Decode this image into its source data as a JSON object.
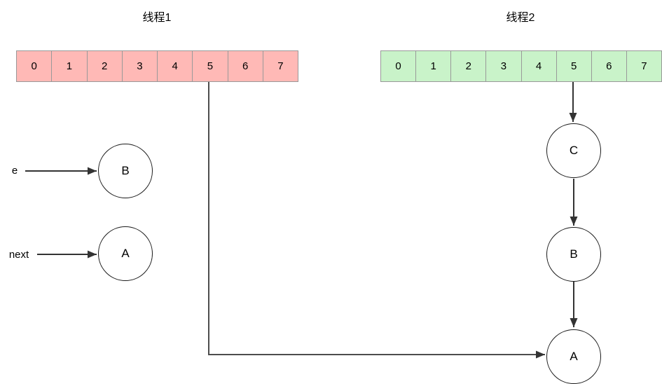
{
  "thread1": {
    "title": "线程1",
    "cells": [
      "0",
      "1",
      "2",
      "3",
      "4",
      "5",
      "6",
      "7"
    ],
    "pointer_e_label": "e",
    "pointer_next_label": "next",
    "node_b_label": "B",
    "node_a_label": "A"
  },
  "thread2": {
    "title": "线程2",
    "cells": [
      "0",
      "1",
      "2",
      "3",
      "4",
      "5",
      "6",
      "7"
    ],
    "node_c_label": "C",
    "node_b_label": "B",
    "node_a_label": "A"
  },
  "colors": {
    "thread1_array_fill": "#ffb9b6",
    "thread2_array_fill": "#c9f3c9",
    "array_border": "#999999",
    "node_stroke": "#1a1a1a",
    "arrow_stroke": "#333333",
    "connector_stroke": "#4d4d4d",
    "text": "#000000",
    "background": "#ffffff"
  }
}
